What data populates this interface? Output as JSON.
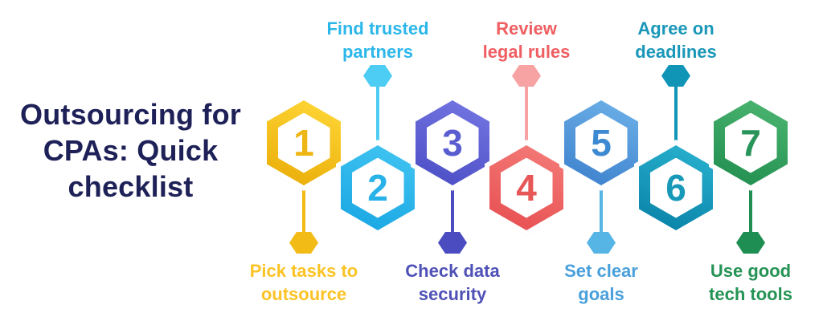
{
  "title": "Outsourcing for\nCPAs: Quick\nchecklist",
  "title_color": "#1e2157",
  "items": [
    {
      "number": "1",
      "label": "Pick tasks to\noutsource",
      "label_position": "below",
      "colors": {
        "ring_light": "#ffd838",
        "ring_dark": "#e9ab06",
        "number": "#eeb614",
        "line": "#f2bb16",
        "text": "#fbc325"
      }
    },
    {
      "number": "2",
      "label": "Find trusted\npartners",
      "label_position": "above",
      "colors": {
        "ring_light": "#43c5f2",
        "ring_dark": "#17a5e2",
        "number": "#29b2e8",
        "line": "#4ecdf4",
        "text": "#2cb7ea"
      }
    },
    {
      "number": "3",
      "label": "Check data\nsecurity",
      "label_position": "below",
      "colors": {
        "ring_light": "#7577e3",
        "ring_dark": "#4a4cc4",
        "number": "#5a5dd0",
        "line": "#4a4cc0",
        "text": "#4f51b7"
      }
    },
    {
      "number": "4",
      "label": "Review\nlegal rules",
      "label_position": "above",
      "colors": {
        "ring_light": "#f47d7a",
        "ring_dark": "#e74d50",
        "number": "#e85757",
        "line": "#f7a3a3",
        "text": "#ef5e62"
      }
    },
    {
      "number": "5",
      "label": "Set clear\ngoals",
      "label_position": "below",
      "colors": {
        "ring_light": "#6eb2e9",
        "ring_dark": "#3b7fcc",
        "number": "#3e8ad2",
        "line": "#57b5e6",
        "text": "#4aa0dc"
      }
    },
    {
      "number": "6",
      "label": "Agree on\ndeadlines",
      "label_position": "above",
      "colors": {
        "ring_light": "#2ab4d0",
        "ring_dark": "#077fa6",
        "number": "#1899b8",
        "line": "#1095b7",
        "text": "#1a97b8"
      }
    },
    {
      "number": "7",
      "label": "Use good\ntech tools",
      "label_position": "below",
      "colors": {
        "ring_light": "#4db671",
        "ring_dark": "#1f8c4e",
        "number": "#28955a",
        "line": "#1f8e52",
        "text": "#259355"
      }
    }
  ]
}
